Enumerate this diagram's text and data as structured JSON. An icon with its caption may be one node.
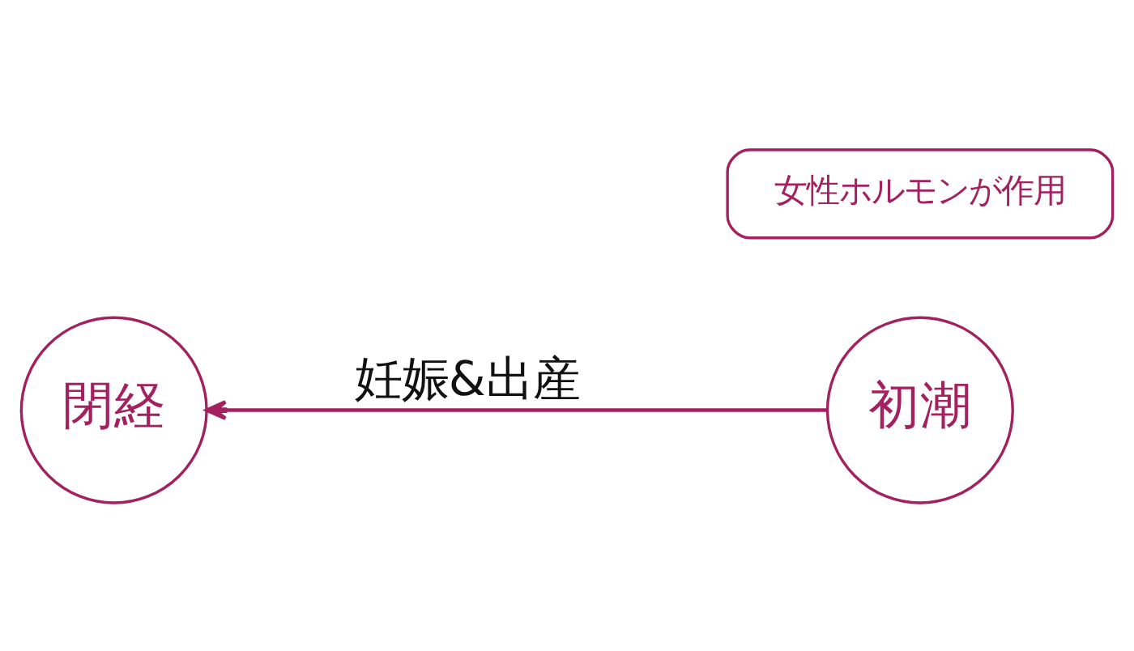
{
  "diagram": {
    "nodes": [
      {
        "text": [
          "閉経"
        ]
      },
      {
        "text": [
          "初潮"
        ]
      },
      {
        "text": [
          "女性ホルモンが作用"
        ]
      }
    ],
    "edges": [
      {
        "from": 1,
        "to": 0,
        "arrow": "to",
        "label": "妊娠&出産"
      }
    ]
  }
}
